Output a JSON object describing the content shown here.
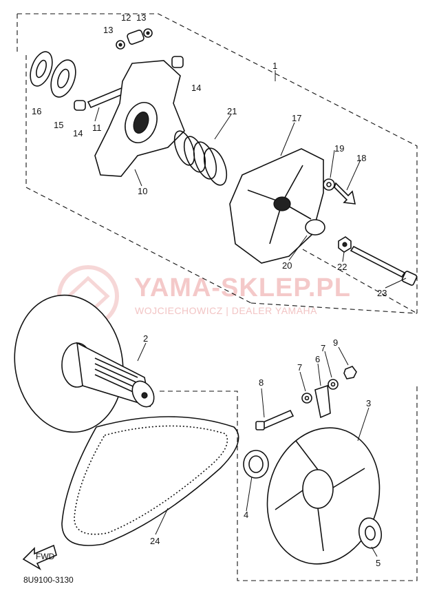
{
  "callouts": {
    "c1": "1",
    "c2": "2",
    "c3": "3",
    "c4": "4",
    "c5": "5",
    "c6": "6",
    "c7a": "7",
    "c7b": "7",
    "c8": "8",
    "c9": "9",
    "c10": "10",
    "c11": "11",
    "c12": "12",
    "c13a": "13",
    "c13b": "13",
    "c14a": "14",
    "c14b": "14",
    "c15": "15",
    "c16": "16",
    "c17": "17",
    "c18": "18",
    "c19": "19",
    "c20": "20",
    "c21": "21",
    "c22": "22",
    "c23": "23",
    "c24": "24"
  },
  "watermark": {
    "title": "YAMA-SKLEP.PL",
    "subtitle": "WOJCIECHOWICZ | DEALER YAMAHA"
  },
  "fwd_label": "FWD",
  "diagram_code": "8U9100-3130"
}
